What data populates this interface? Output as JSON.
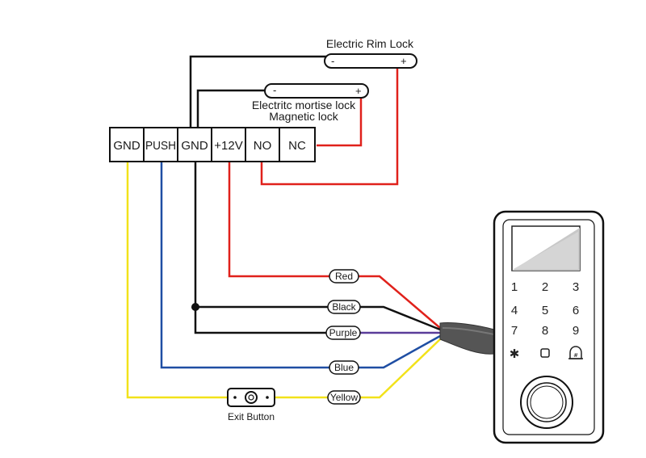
{
  "terminals": [
    "GND",
    "PUSH",
    "GND",
    "+12V",
    "NO",
    "NC"
  ],
  "locks": {
    "rim_lock_title": "Electric Rim Lock",
    "rim_minus": "-",
    "rim_plus": "+",
    "mortise_title_line1": "Electritc mortise lock",
    "mortise_title_line2": "Magnetic lock",
    "mortise_minus": "-",
    "mortise_plus": "+"
  },
  "wires": {
    "red": "Red",
    "black": "Black",
    "purple": "Purple",
    "blue": "Blue",
    "yellow": "Yellow"
  },
  "exit_button_label": "Exit Button",
  "keypad": [
    "1",
    "2",
    "3",
    "4",
    "5",
    "6",
    "7",
    "8",
    "9",
    "✱",
    "▢",
    "bell"
  ],
  "colors": {
    "red": "#e0211b",
    "black": "#111111",
    "purple": "#5a3d9a",
    "blue": "#1f4ea3",
    "yellow": "#f2e21a"
  }
}
